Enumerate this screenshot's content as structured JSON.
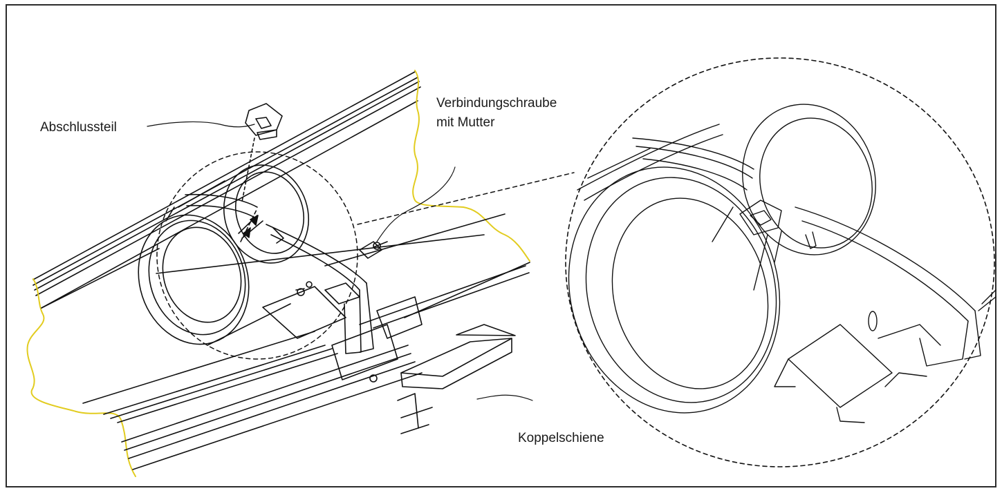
{
  "figure": {
    "labels": {
      "end_piece": "Abschlussteil",
      "connecting_screw_line1": "Verbindungschraube",
      "connecting_screw_line2": "mit Mutter",
      "coupling_rail": "Koppelschiene"
    },
    "colors": {
      "frame": "#2b2b2b",
      "linework": "#111111",
      "cut_edge": "#e2cc1f",
      "detail_circle": "#111111"
    }
  }
}
